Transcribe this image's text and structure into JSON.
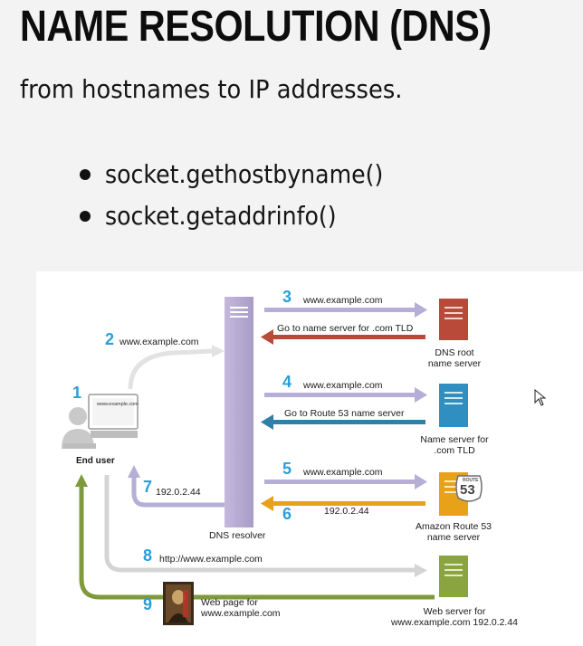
{
  "slide": {
    "title": "NAME RESOLUTION (DNS)",
    "subtitle": "from hostnames to IP addresses.",
    "bullets": [
      "socket.gethostbyname()",
      "socket.getaddrinfo()"
    ]
  },
  "diagram": {
    "end_user": {
      "label": "End user",
      "screen_text": "www.example.com"
    },
    "resolver_label": "DNS resolver",
    "root_server": {
      "line1": "DNS root",
      "line2": "name server"
    },
    "tld_server": {
      "line1": "Name server for",
      "line2": ".com TLD"
    },
    "route53": {
      "line1": "Amazon Route 53",
      "line2": "name server",
      "badge_top": "ROUTE",
      "badge_num": "53"
    },
    "web_server": {
      "line1": "Web server for",
      "line2": "www.example.com 192.0.2.44"
    },
    "web_page": {
      "line1": "Web page for",
      "line2": "www.example.com"
    },
    "steps": {
      "s1": "1",
      "s2": "2",
      "s3": "3",
      "s4": "4",
      "s5": "5",
      "s6": "6",
      "s7": "7",
      "s8": "8",
      "s9": "9"
    },
    "messages": {
      "m2": "www.example.com",
      "m3": "www.example.com",
      "m3r": "Go to name server for .com TLD",
      "m4": "www.example.com",
      "m4r": "Go to Route 53 name server",
      "m5": "www.example.com",
      "m6": "192.0.2.44",
      "m7": "192.0.2.44",
      "m8": "http://www.example.com"
    },
    "colors": {
      "resolver": "#b3a6cf",
      "query_arrow": "#b6aed6",
      "root_red": "#b94a3a",
      "tld_blue": "#2f7fa8",
      "route53_orange": "#e8a21a",
      "web_green": "#7f9a3c",
      "step_blue": "#2a9ed8",
      "gray_arrow": "#d0d0d0"
    }
  }
}
